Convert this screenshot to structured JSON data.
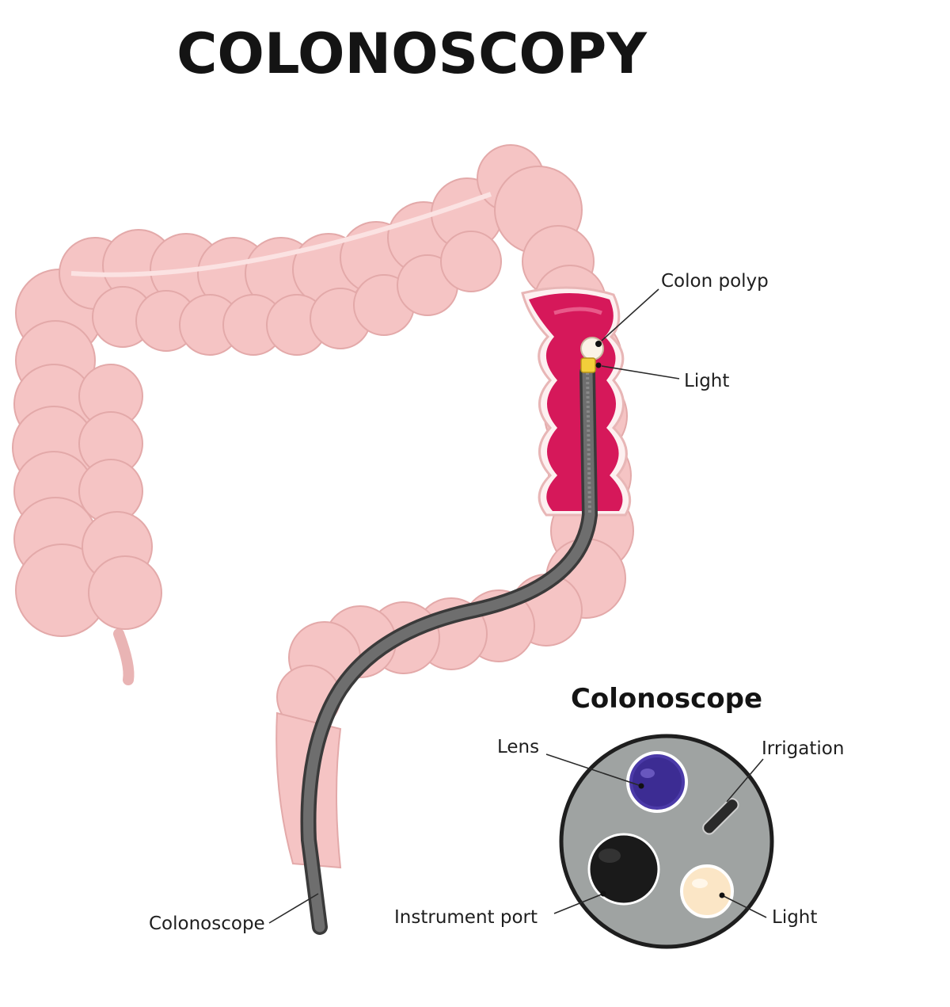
{
  "title": "COLONOSCOPY",
  "labels": {
    "colon_polyp": "Colon polyp",
    "light_tip": "Light",
    "colonoscope_tube": "Colonoscope"
  },
  "inset": {
    "title": "Colonoscope",
    "lens": "Lens",
    "irrigation": "Irrigation",
    "instrument_port": "Instrument port",
    "light": "Light"
  },
  "colors": {
    "colon": "#f5c4c4",
    "colon_shade": "#e3a9a9",
    "inner_colon": "#d6185a",
    "scope": "#6e6e6e",
    "scope_face": "#9fa3a2",
    "lens": "#4b3aa8",
    "instrument_port": "#1a1a1a",
    "light": "#fbe6c6"
  }
}
